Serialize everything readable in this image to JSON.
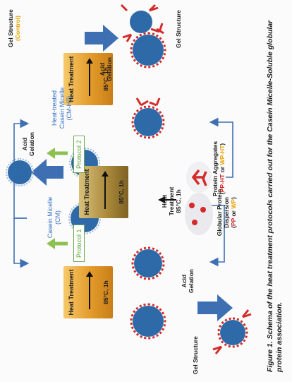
{
  "caption": {
    "line1": "Figure 1. Schema of the heat treatment protocols carried out for the Casein Micelle-Soluble globular",
    "line2": "protein association."
  },
  "heat_treatment": {
    "title": "Heat Treatment",
    "condition": "85°C, 1h",
    "arrow_title": "Heat Treatment",
    "arrow_condition": "85°C, 1h"
  },
  "gelation": {
    "label": "Acid Gelation"
  },
  "gel_structure": {
    "label": "Gel Structure",
    "control_suffix": "(Control)"
  },
  "casein_micelle": {
    "label": "Casein Micelle (CM)"
  },
  "heat_treated_cm": {
    "label": "Heat-treated Casein Micelle (CM-HT)"
  },
  "protocols": {
    "p1": "Protocol 1",
    "p2": "Protocol 2"
  },
  "globular": {
    "label": "Globular Protein Dispersion",
    "paren_open": "(",
    "pp": "PP",
    "or": " or ",
    "wp": "WP",
    "paren_close": ")"
  },
  "aggregates": {
    "label": "Protein Aggregates",
    "paren_open": "(",
    "pp": "PP-HT",
    "or": " or ",
    "wp": "WP-HT",
    "paren_close": ")"
  },
  "colors": {
    "micelle": "#2e6aa8",
    "protein": "#d42a2a",
    "flow_arrow": "#3f6fb3",
    "protocol_arrow": "#8cc152",
    "label_blue": "#3a74c4"
  }
}
